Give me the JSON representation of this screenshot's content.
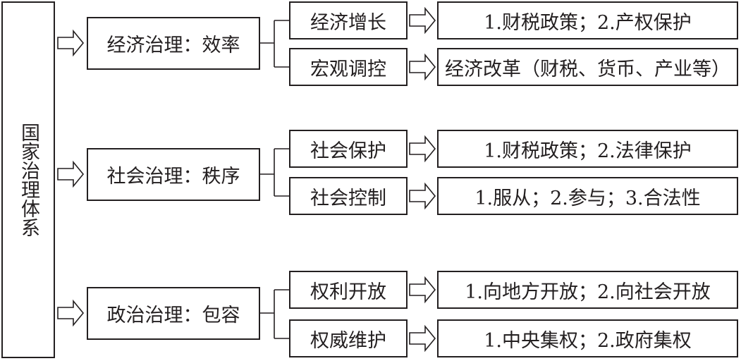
{
  "root": "国家治理体系",
  "groups": [
    {
      "name": "经济治理：效率",
      "items": [
        {
          "name": "经济增长",
          "detail": "1.财税政策；2.产权保护"
        },
        {
          "name": "宏观调控",
          "detail": "经济改革（财税、货币、产业等）"
        }
      ]
    },
    {
      "name": "社会治理：秩序",
      "items": [
        {
          "name": "社会保护",
          "detail": "1.财税政策；2.法律保护"
        },
        {
          "name": "社会控制",
          "detail": "1.服从；2.参与；3.合法性"
        }
      ]
    },
    {
      "name": "政治治理：包容",
      "items": [
        {
          "name": "权利开放",
          "detail": "1.向地方开放；2.向社会开放"
        },
        {
          "name": "权威维护",
          "detail": "1.中央集权；2.政府集权"
        }
      ]
    }
  ]
}
